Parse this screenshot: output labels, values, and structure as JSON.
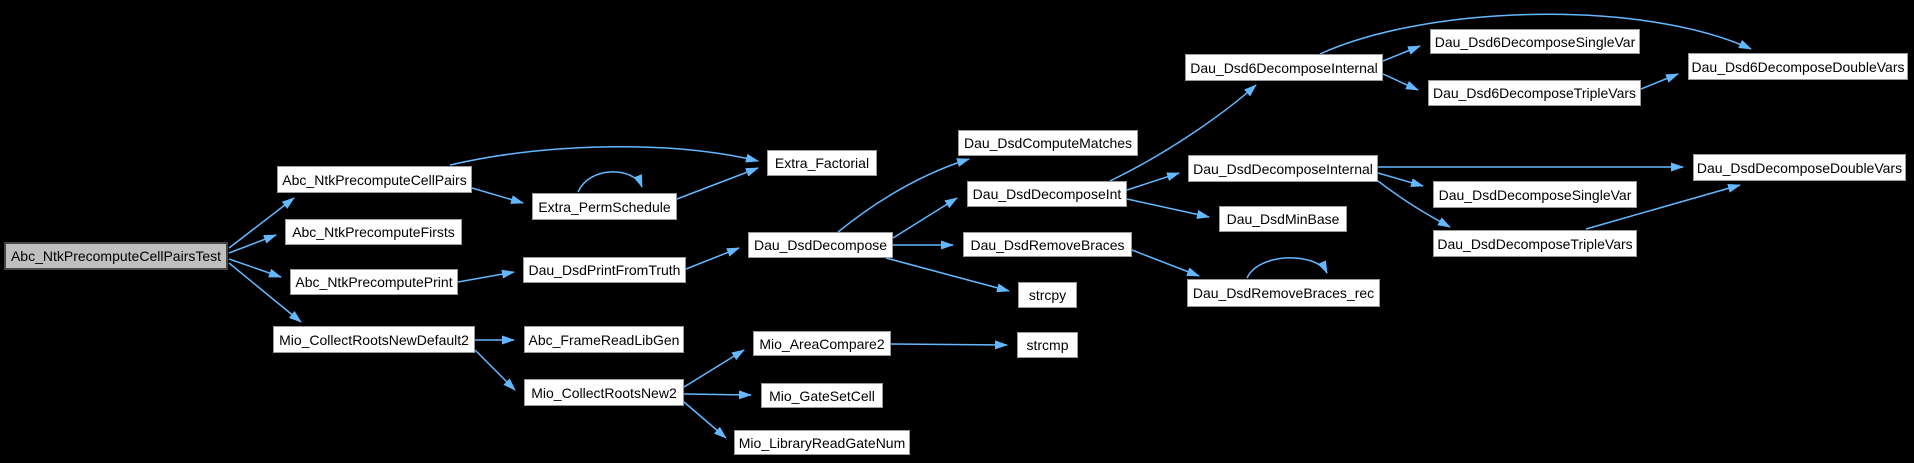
{
  "diagram": {
    "type": "call-graph",
    "colors": {
      "background": "#000000",
      "edge": "#63B8FF",
      "node_fill": "#FFFFFF",
      "node_border": "#9A9A9A",
      "root_fill": "#BFBFBF",
      "root_border": "#454545",
      "text": "#000000"
    },
    "nodes": [
      {
        "id": "test",
        "label": "Abc_NtkPrecomputeCellPairsTest",
        "role": "root"
      },
      {
        "id": "cellpairs",
        "label": "Abc_NtkPrecomputeCellPairs",
        "role": "node"
      },
      {
        "id": "firsts",
        "label": "Abc_NtkPrecomputeFirsts",
        "role": "node"
      },
      {
        "id": "print",
        "label": "Abc_NtkPrecomputePrint",
        "role": "node"
      },
      {
        "id": "default2",
        "label": "Mio_CollectRootsNewDefault2",
        "role": "node"
      },
      {
        "id": "factorial",
        "label": "Extra_Factorial",
        "role": "node"
      },
      {
        "id": "permsched",
        "label": "Extra_PermSchedule",
        "role": "node"
      },
      {
        "id": "printtruth",
        "label": "Dau_DsdPrintFromTruth",
        "role": "node"
      },
      {
        "id": "decompose",
        "label": "Dau_DsdDecompose",
        "role": "node"
      },
      {
        "id": "framereadlibgen",
        "label": "Abc_FrameReadLibGen",
        "role": "node"
      },
      {
        "id": "collectnew2",
        "label": "Mio_CollectRootsNew2",
        "role": "node"
      },
      {
        "id": "areacompare2",
        "label": "Mio_AreaCompare2",
        "role": "node"
      },
      {
        "id": "gatesetcell",
        "label": "Mio_GateSetCell",
        "role": "node"
      },
      {
        "id": "libreadgatenum",
        "label": "Mio_LibraryReadGateNum",
        "role": "node"
      },
      {
        "id": "computematches",
        "label": "Dau_DsdComputeMatches",
        "role": "node"
      },
      {
        "id": "decomposeint",
        "label": "Dau_DsdDecomposeInt",
        "role": "node"
      },
      {
        "id": "removebraces",
        "label": "Dau_DsdRemoveBraces",
        "role": "node"
      },
      {
        "id": "strcpy",
        "label": "strcpy",
        "role": "node"
      },
      {
        "id": "strcmp",
        "label": "strcmp",
        "role": "node"
      },
      {
        "id": "removebraces_rec",
        "label": "Dau_DsdRemoveBraces_rec",
        "role": "node"
      },
      {
        "id": "d6internal",
        "label": "Dau_Dsd6DecomposeInternal",
        "role": "node"
      },
      {
        "id": "d6singlevar",
        "label": "Dau_Dsd6DecomposeSingleVar",
        "role": "node"
      },
      {
        "id": "d6triplevars",
        "label": "Dau_Dsd6DecomposeTripleVars",
        "role": "node"
      },
      {
        "id": "d6doublevars",
        "label": "Dau_Dsd6DecomposeDoubleVars",
        "role": "node"
      },
      {
        "id": "internal",
        "label": "Dau_DsdDecomposeInternal",
        "role": "node"
      },
      {
        "id": "minbase",
        "label": "Dau_DsdMinBase",
        "role": "node"
      },
      {
        "id": "singlevar",
        "label": "Dau_DsdDecomposeSingleVar",
        "role": "node"
      },
      {
        "id": "triplevars",
        "label": "Dau_DsdDecomposeTripleVars",
        "role": "node"
      },
      {
        "id": "doublevars",
        "label": "Dau_DsdDecomposeDoubleVars",
        "role": "node"
      }
    ],
    "edges": [
      {
        "from": "test",
        "to": "cellpairs"
      },
      {
        "from": "test",
        "to": "firsts"
      },
      {
        "from": "test",
        "to": "print"
      },
      {
        "from": "test",
        "to": "default2"
      },
      {
        "from": "cellpairs",
        "to": "factorial"
      },
      {
        "from": "cellpairs",
        "to": "permsched"
      },
      {
        "from": "permsched",
        "to": "permsched"
      },
      {
        "from": "permsched",
        "to": "factorial"
      },
      {
        "from": "print",
        "to": "printtruth"
      },
      {
        "from": "printtruth",
        "to": "decompose"
      },
      {
        "from": "decompose",
        "to": "computematches"
      },
      {
        "from": "decompose",
        "to": "decomposeint"
      },
      {
        "from": "decompose",
        "to": "removebraces"
      },
      {
        "from": "decompose",
        "to": "strcpy"
      },
      {
        "from": "default2",
        "to": "framereadlibgen"
      },
      {
        "from": "default2",
        "to": "collectnew2"
      },
      {
        "from": "collectnew2",
        "to": "areacompare2"
      },
      {
        "from": "collectnew2",
        "to": "gatesetcell"
      },
      {
        "from": "collectnew2",
        "to": "libreadgatenum"
      },
      {
        "from": "areacompare2",
        "to": "strcmp"
      },
      {
        "from": "removebraces",
        "to": "removebraces_rec"
      },
      {
        "from": "removebraces_rec",
        "to": "removebraces_rec"
      },
      {
        "from": "decomposeint",
        "to": "d6internal"
      },
      {
        "from": "decomposeint",
        "to": "internal"
      },
      {
        "from": "decomposeint",
        "to": "minbase"
      },
      {
        "from": "d6internal",
        "to": "d6singlevar"
      },
      {
        "from": "d6internal",
        "to": "d6triplevars"
      },
      {
        "from": "d6internal",
        "to": "d6doublevars"
      },
      {
        "from": "d6triplevars",
        "to": "d6doublevars"
      },
      {
        "from": "internal",
        "to": "singlevar"
      },
      {
        "from": "internal",
        "to": "triplevars"
      },
      {
        "from": "internal",
        "to": "doublevars"
      },
      {
        "from": "triplevars",
        "to": "doublevars"
      }
    ]
  }
}
